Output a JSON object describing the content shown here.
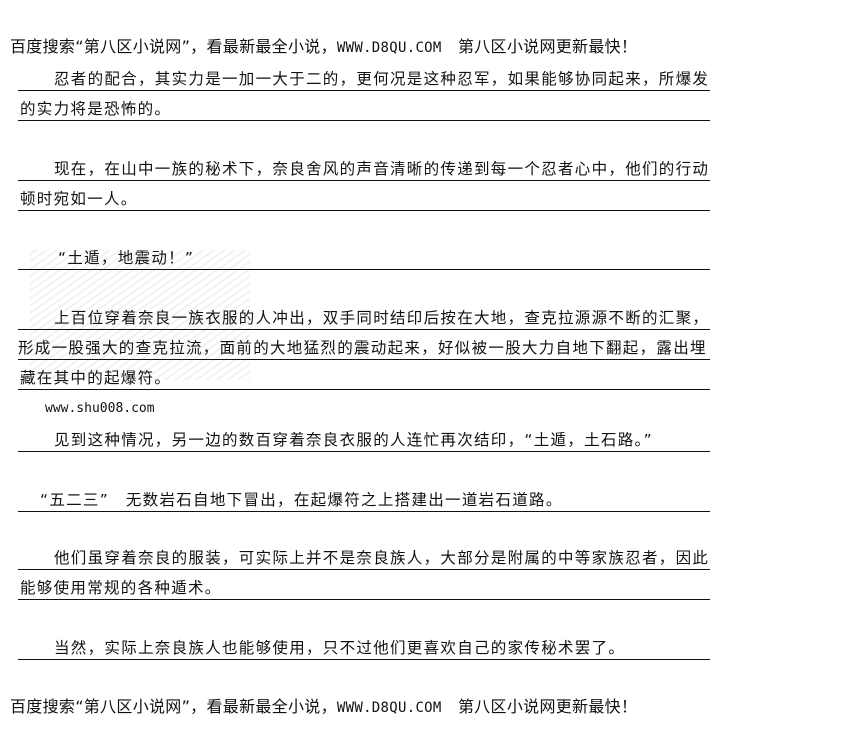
{
  "banner": {
    "prefix": "百度搜索“第八区小说网”，看最新最全小说，",
    "url": "WWW.D8QU.COM",
    "suffix": "　第八区小说网更新最快！"
  },
  "lines": [
    "忍者的配合，其实力是一加一大于二的，更何况是这种忍军，如果能够协同起来，所爆发",
    "的实力将是恐怖的。",
    "现在，在山中一族的秘术下，奈良舍风的声音清晰的传递到每一个忍者心中，他们的行动",
    "顿时宛如一人。",
    "“土遁，地震动！”",
    "上百位穿着奈良一族衣服的人冲出，双手同时结印后按在大地，查克拉源源不断的汇聚，",
    "形成一股强大的查克拉流，面前的大地猛烈的震动起来，好似被一股大力自地下翻起，露出埋",
    "藏在其中的起爆符。",
    "见到这种情况，另一边的数百穿着奈良衣服的人连忙再次结印，“土遁，土石路。”",
    "“五二三”　无数岩石自地下冒出，在起爆符之上搭建出一道岩石道路。",
    "他们虽穿着奈良的服装，可实际上并不是奈良族人，大部分是附属的中等家族忍者，因此",
    "能够使用常规的各种遁术。",
    "当然，实际上奈良族人也能够使用，只不过他们更喜欢自己的家传秘术罢了。"
  ],
  "site_note": "www.shu008.com"
}
